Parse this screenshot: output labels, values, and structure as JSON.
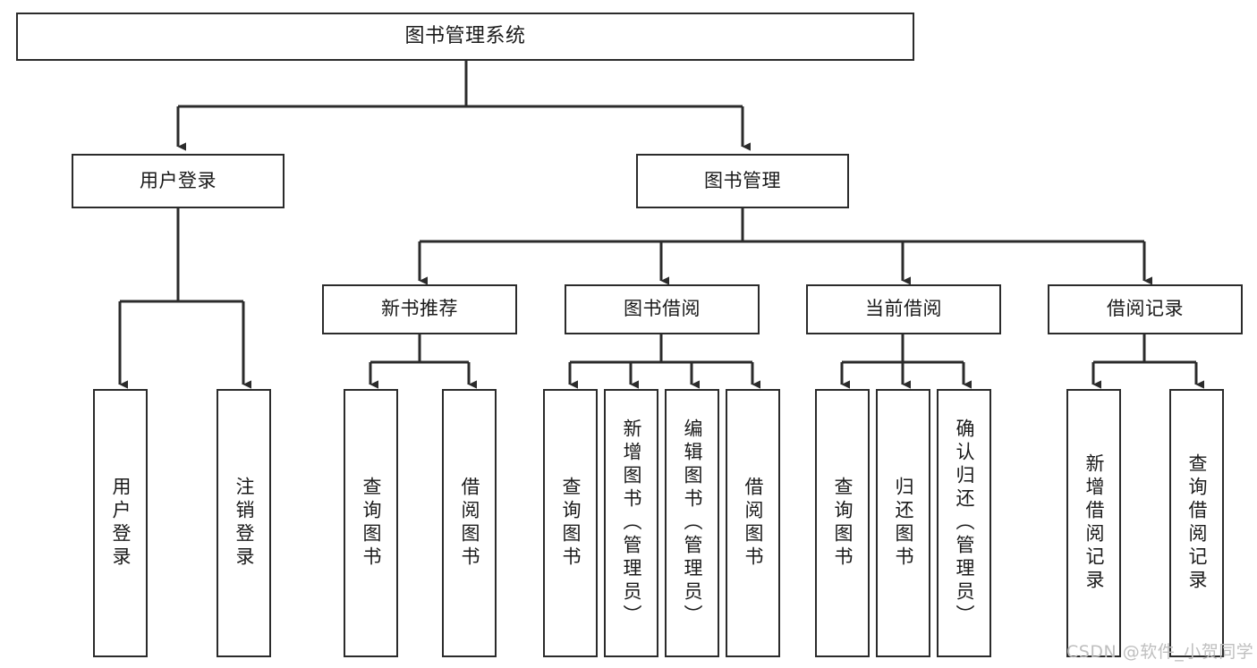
{
  "diagram": {
    "title": "图书管理系统",
    "type": "tree-hierarchy",
    "nodes": {
      "root": {
        "label": "图书管理系统"
      },
      "level2": [
        {
          "id": "user-login",
          "label": "用户登录"
        },
        {
          "id": "book-manage",
          "label": "图书管理"
        }
      ],
      "level3": [
        {
          "id": "new-book-recommend",
          "label": "新书推荐"
        },
        {
          "id": "book-borrow",
          "label": "图书借阅"
        },
        {
          "id": "current-borrow",
          "label": "当前借阅"
        },
        {
          "id": "borrow-record",
          "label": "借阅记录"
        }
      ],
      "leaves": {
        "user-login": [
          {
            "id": "leaf-user-login",
            "label": "用户登录"
          },
          {
            "id": "leaf-logout",
            "label": "注销登录"
          }
        ],
        "new-book-recommend": [
          {
            "id": "leaf-query-book-1",
            "label": "查询图书"
          },
          {
            "id": "leaf-borrow-book-1",
            "label": "借阅图书"
          }
        ],
        "book-borrow": [
          {
            "id": "leaf-query-book-2",
            "label": "查询图书"
          },
          {
            "id": "leaf-add-book",
            "label": "新增图书（管理员）"
          },
          {
            "id": "leaf-edit-book",
            "label": "编辑图书（管理员）"
          },
          {
            "id": "leaf-borrow-book-2",
            "label": "借阅图书"
          }
        ],
        "current-borrow": [
          {
            "id": "leaf-query-book-3",
            "label": "查询图书"
          },
          {
            "id": "leaf-return-book",
            "label": "归还图书"
          },
          {
            "id": "leaf-confirm-return",
            "label": "确认归还（管理员）"
          }
        ],
        "borrow-record": [
          {
            "id": "leaf-add-record",
            "label": "新增借阅记录"
          },
          {
            "id": "leaf-query-record",
            "label": "查询借阅记录"
          }
        ]
      }
    },
    "watermark": "CSDN @软件_小贺同学",
    "colors": {
      "stroke": "#2b2b2b",
      "fill": "#ffffff",
      "text": "#1a1a1a",
      "watermark": "#bfbfbf"
    }
  }
}
